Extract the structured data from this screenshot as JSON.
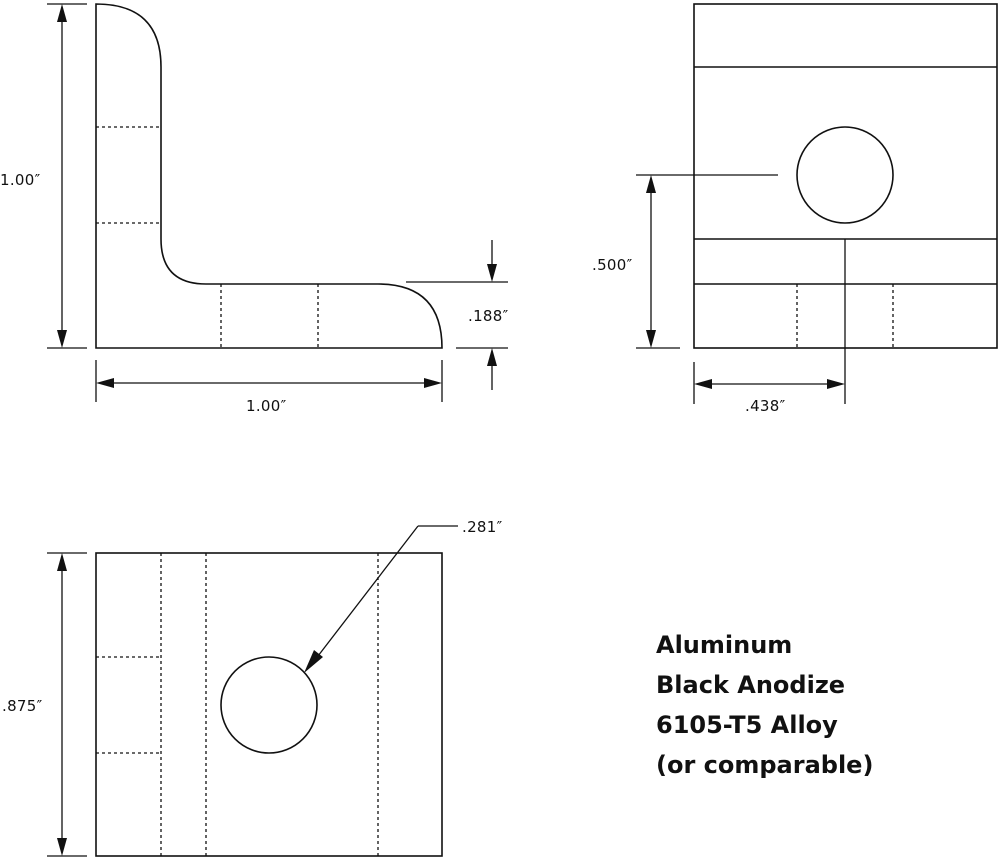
{
  "dimensions": {
    "side_height": "1.00″",
    "side_width": "1.00″",
    "flange_thickness": ".188″",
    "hole_center_height": ".500″",
    "hole_center_offset": ".438″",
    "hole_diameter": ".281″",
    "base_depth": ".875″"
  },
  "notes": {
    "material": "Aluminum",
    "finish": "Black Anodize",
    "alloy": "6105-T5 Alloy",
    "qualifier": "(or comparable)"
  }
}
